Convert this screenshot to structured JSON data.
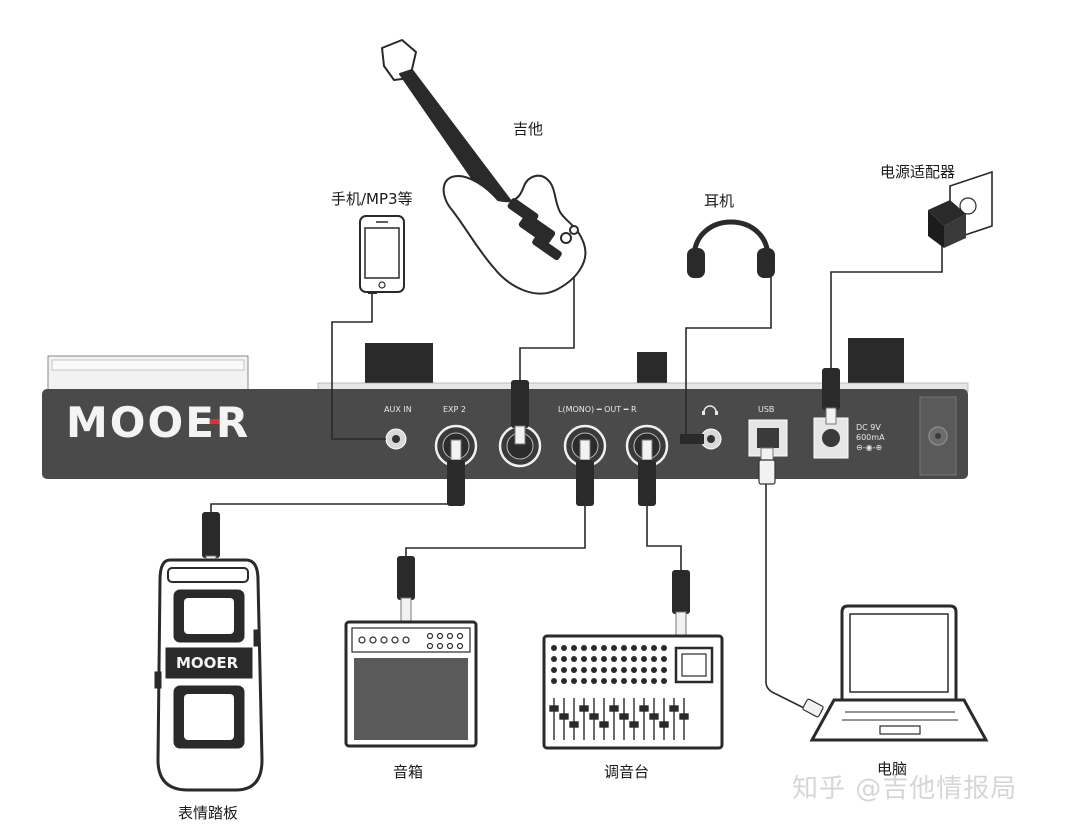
{
  "brand": "MOOER",
  "labels": {
    "guitar": "吉他",
    "phone": "手机/MP3等",
    "headphones": "耳机",
    "adapter": "电源适配器",
    "expression_pedal": "表情踏板",
    "speaker": "音箱",
    "mixer": "调音台",
    "computer": "电脑"
  },
  "ports": {
    "aux_in": "AUX  IN",
    "exp2": "EXP 2",
    "out": "L(MONO) ━ OUT ━ R",
    "usb": "USB",
    "dc_line1": "DC 9V",
    "dc_line2": "600mA",
    "dc_line3": "⊖-◉-⊕"
  },
  "pedal_brand": "MOOER",
  "watermark": "知乎 @吉他情报局"
}
